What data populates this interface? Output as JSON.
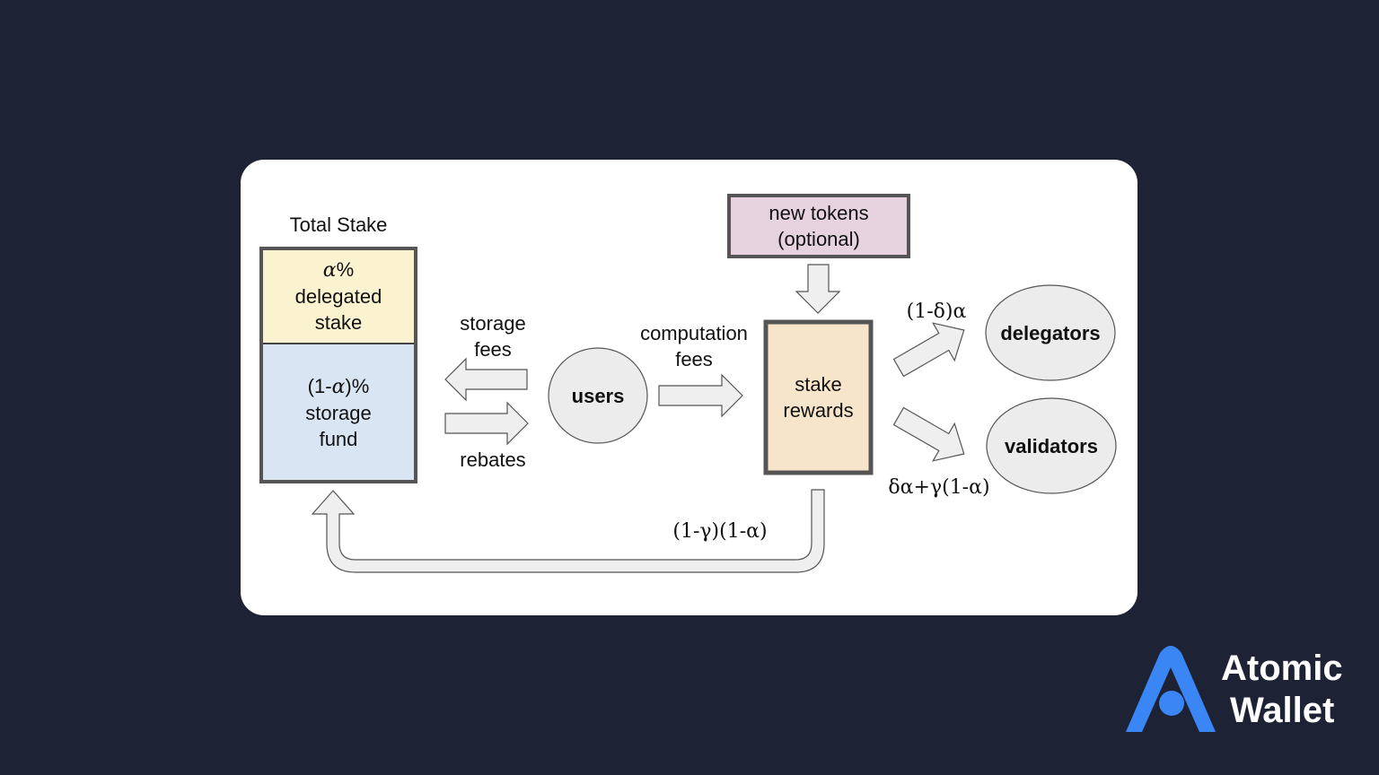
{
  "diagram": {
    "total_stake_title": "Total Stake",
    "delegated_stake": {
      "symbol": "α",
      "line1_suffix": "%",
      "line2": "delegated",
      "line3": "stake"
    },
    "storage_fund": {
      "line1_prefix": "(1-",
      "symbol": "α",
      "line1_suffix": ")%",
      "line2": "storage",
      "line3": "fund"
    },
    "storage_fees": {
      "line1": "storage",
      "line2": "fees"
    },
    "rebates": "rebates",
    "users": "users",
    "computation_fees": {
      "line1": "computation",
      "line2": "fees"
    },
    "new_tokens": {
      "line1": "new tokens",
      "line2": "(optional)"
    },
    "stake_rewards": {
      "line1": "stake",
      "line2": "rewards"
    },
    "delegators": "delegators",
    "validators": "validators",
    "delegator_share": "(1-δ)α",
    "validator_share": "δα+γ(1-α)",
    "storage_return": "(1-γ)(1-α)"
  },
  "brand": {
    "line1": "Atomic",
    "line2": "Wallet"
  },
  "colors": {
    "background": "#1e2235",
    "delegated_fill": "#fbf2cf",
    "storage_fill": "#d9e5f3",
    "new_tokens_fill": "#e6d3df",
    "stake_rewards_fill": "#f6e5cb",
    "node_fill": "#ececec",
    "arrow_fill": "#efefef",
    "brand_blue": "#3a86f5"
  }
}
